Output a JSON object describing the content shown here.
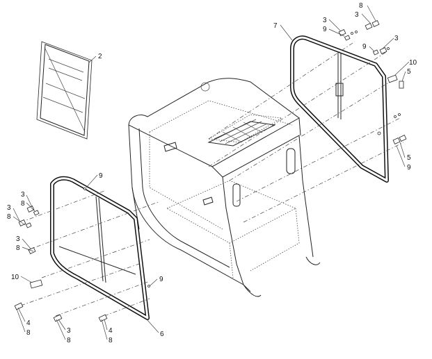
{
  "diagram": {
    "callouts": [
      "8",
      "3",
      "3",
      "9",
      "7",
      "9",
      "3",
      "2",
      "10",
      "5",
      "5",
      "9",
      "9",
      "3",
      "8",
      "3",
      "8",
      "3",
      "8",
      "10",
      "9",
      "4",
      "8",
      "3",
      "8",
      "4",
      "8",
      "6"
    ]
  }
}
